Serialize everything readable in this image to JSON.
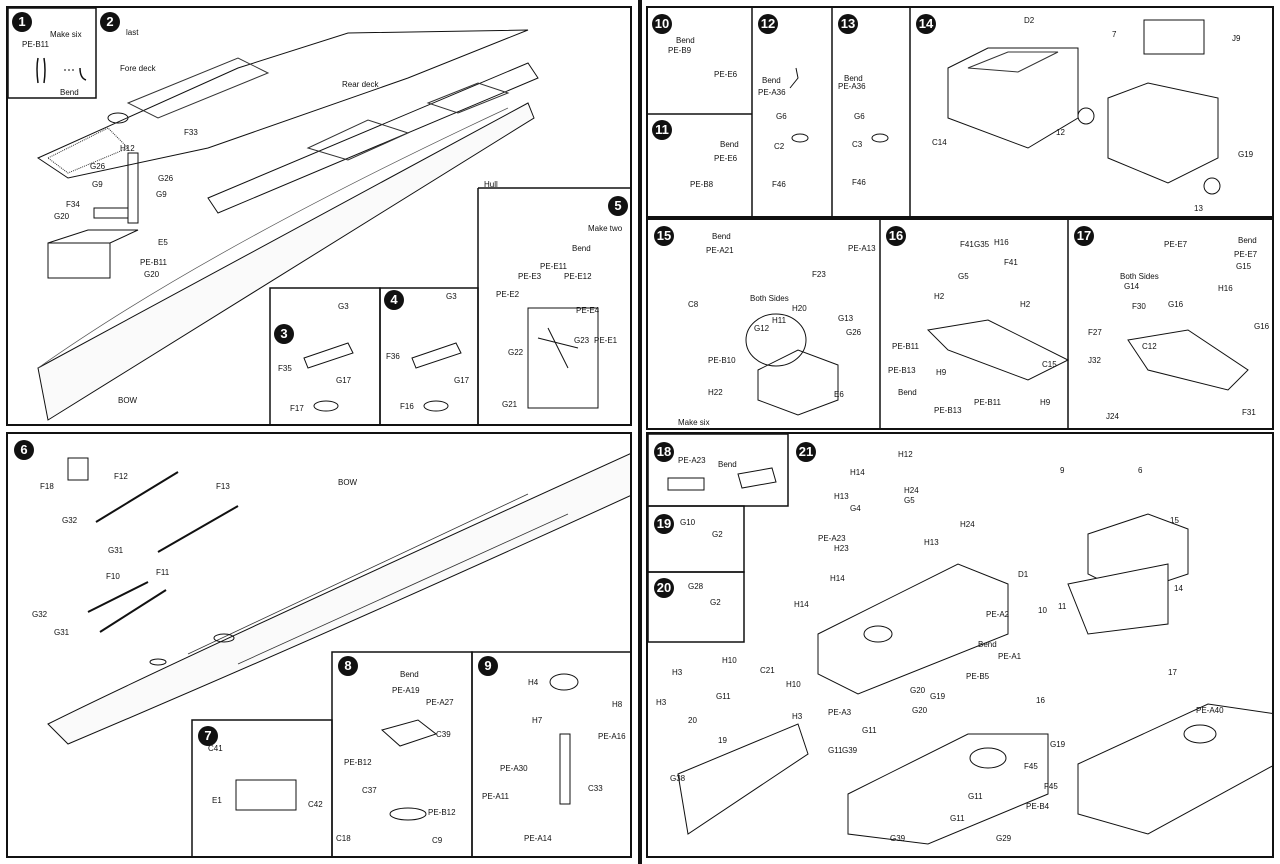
{
  "left_top": {
    "step1": {
      "num": "1",
      "note": "Make six",
      "part": "PE-B11",
      "bend": "Bend"
    },
    "step2": {
      "num": "2",
      "last": "last",
      "fore_deck": "Fore deck",
      "rear_deck": "Rear deck",
      "hull": "Hull",
      "bow": "BOW",
      "parts": [
        "F33",
        "H12",
        "G26",
        "G9",
        "G26",
        "G9",
        "F34",
        "G20",
        "E5",
        "PE-B11",
        "G20"
      ]
    },
    "step3": {
      "num": "3",
      "parts": [
        "G3",
        "F35",
        "G17",
        "F17"
      ]
    },
    "step4": {
      "num": "4",
      "parts": [
        "G3",
        "F36",
        "G17",
        "F16"
      ]
    },
    "step5": {
      "num": "5",
      "note": "Make two",
      "bend": "Bend",
      "parts": [
        "PE-E11",
        "PE-E3",
        "PE-E12",
        "PE-E2",
        "PE-E4",
        "G22",
        "G23",
        "PE-E1",
        "G21"
      ]
    }
  },
  "left_bottom": {
    "step6": {
      "num": "6",
      "bow": "BOW",
      "parts": [
        "F18",
        "F12",
        "F13",
        "G32",
        "G31",
        "F10",
        "F11",
        "G32",
        "G31"
      ]
    },
    "step7": {
      "num": "7",
      "parts": [
        "C41",
        "E1",
        "C42"
      ]
    },
    "step8": {
      "num": "8",
      "bend": "Bend",
      "parts": [
        "PE-A19",
        "PE-A27",
        "C39",
        "PE-B12",
        "C37",
        "PE-B12",
        "C18",
        "C9"
      ]
    },
    "step9": {
      "num": "9",
      "parts": [
        "H4",
        "H8",
        "H7",
        "PE-A16",
        "PE-A30",
        "C33",
        "PE-A11",
        "PE-A14"
      ]
    }
  },
  "right_top": {
    "step10": {
      "num": "10",
      "bend": "Bend",
      "parts": [
        "PE-B9",
        "PE-E6"
      ]
    },
    "step11": {
      "num": "11",
      "bend": "Bend",
      "parts": [
        "PE-E6",
        "PE-B8"
      ]
    },
    "step12": {
      "num": "12",
      "bend": "Bend",
      "parts": [
        "PE-A36",
        "G6",
        "C2",
        "F46"
      ]
    },
    "step13": {
      "num": "13",
      "bend": "Bend",
      "parts": [
        "PE-A36",
        "G6",
        "C3",
        "F46"
      ]
    },
    "step14": {
      "num": "14",
      "parts": [
        "D2",
        "J9",
        "C14",
        "G19"
      ],
      "refs": [
        "7",
        "12",
        "13"
      ]
    }
  },
  "right_mid": {
    "step15": {
      "num": "15",
      "bend": "Bend",
      "both_sides": "Both Sides",
      "make_six": "Make six",
      "parts": [
        "PE-A21",
        "PE-A13",
        "C8",
        "F23",
        "H20",
        "H11",
        "G12",
        "G13",
        "G26",
        "PE-B10",
        "H22",
        "E6"
      ]
    },
    "step16": {
      "num": "16",
      "bend": "Bend",
      "parts": [
        "F41",
        "G35",
        "H16",
        "F41",
        "G5",
        "H2",
        "H2",
        "PE-B11",
        "C15",
        "PE-B13",
        "H9",
        "PE-B13",
        "PE-B11",
        "H9"
      ]
    },
    "step17": {
      "num": "17",
      "bend": "Bend",
      "both_sides": "Both Sides",
      "parts": [
        "PE-E7",
        "PE-E7",
        "G14",
        "G15",
        "H16",
        "F30",
        "G16",
        "G16",
        "F27",
        "C12",
        "J32",
        "J24",
        "F31"
      ]
    }
  },
  "right_bottom": {
    "step18": {
      "num": "18",
      "bend": "Bend",
      "parts": [
        "PE-A23"
      ]
    },
    "step19": {
      "num": "19",
      "parts": [
        "G10",
        "G2"
      ]
    },
    "step20": {
      "num": "20",
      "parts": [
        "G28",
        "G2"
      ]
    },
    "step21": {
      "num": "21",
      "bend": "Bend",
      "parts": [
        "H12",
        "H14",
        "H13",
        "H24",
        "G4",
        "G5",
        "H24",
        "PE-A23",
        "H13",
        "H23",
        "H14",
        "H14",
        "D1",
        "PE-A2",
        "PE-A1",
        "PE-B5",
        "PE-A3",
        "G20",
        "G19",
        "G20",
        "G11",
        "G11",
        "G39",
        "G11",
        "F45",
        "F45",
        "G19",
        "PE-B4",
        "G29",
        "G39",
        "G11",
        "PE-A40",
        "H3",
        "H10",
        "C21",
        "H10",
        "H3",
        "H3",
        "G11",
        "G38"
      ],
      "refs": [
        "9",
        "6",
        "15",
        "14",
        "10",
        "11",
        "16",
        "17",
        "19",
        "20"
      ]
    }
  }
}
